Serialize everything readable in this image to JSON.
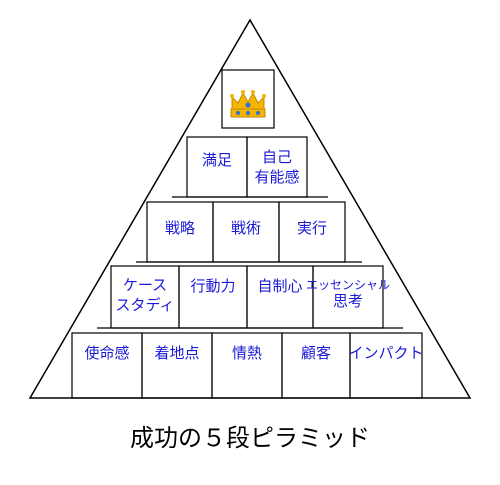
{
  "caption": "成功の５段ピラミッド",
  "crown_icon": "crown-icon",
  "tiers": {
    "tier2": {
      "left": "満足",
      "right_line1": "自己",
      "right_line2": "有能感"
    },
    "tier3": {
      "a": "戦略",
      "b": "戦術",
      "c": "実行"
    },
    "tier4": {
      "a_line1": "ケース",
      "a_line2": "スタディ",
      "b": "行動力",
      "c": "自制心",
      "d_line1": "エッセンシャル",
      "d_line2": "思考"
    },
    "tier5": {
      "a": "使命感",
      "b": "着地点",
      "c": "情熱",
      "d": "顧客",
      "e": "インパクト"
    }
  },
  "colors": {
    "text": "#1a1ad6",
    "line": "#000000"
  }
}
